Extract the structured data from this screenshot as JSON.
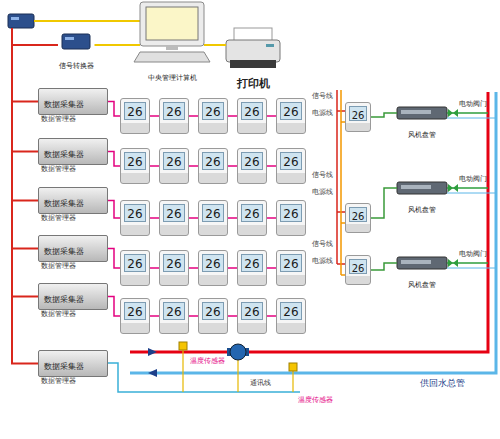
{
  "diagram": {
    "nodes": [
      {
        "text": [
          "信号转换器"
        ]
      },
      {
        "text": [
          "中央管理计算机"
        ]
      },
      {
        "text": [
          "打印机"
        ]
      },
      {
        "text": [
          "数据采集器",
          "数据管理器"
        ]
      },
      {
        "text": [
          "数据采集器",
          "数据管理器"
        ]
      },
      {
        "text": [
          "数据采集器",
          "数据管理器"
        ]
      },
      {
        "text": [
          "数据采集器",
          "数据管理器"
        ]
      },
      {
        "text": [
          "数据采集器",
          "数据管理器"
        ]
      },
      {
        "text": [
          "26"
        ]
      },
      {
        "text": [
          "26"
        ]
      },
      {
        "text": [
          "26"
        ]
      },
      {
        "text": [
          "26"
        ]
      },
      {
        "text": [
          "26"
        ]
      },
      {
        "text": [
          "26"
        ]
      },
      {
        "text": [
          "26"
        ]
      },
      {
        "text": [
          "26"
        ]
      },
      {
        "text": [
          "26"
        ]
      },
      {
        "text": [
          "26"
        ]
      },
      {
        "text": [
          "26"
        ]
      },
      {
        "text": [
          "26"
        ]
      },
      {
        "text": [
          "26"
        ]
      },
      {
        "text": [
          "26"
        ]
      },
      {
        "text": [
          "26"
        ]
      },
      {
        "text": [
          "26"
        ]
      },
      {
        "text": [
          "26"
        ]
      },
      {
        "text": [
          "26"
        ]
      },
      {
        "text": [
          "26"
        ]
      },
      {
        "text": [
          "26"
        ]
      },
      {
        "text": [
          "26"
        ]
      },
      {
        "text": [
          "26"
        ]
      },
      {
        "text": [
          "26"
        ]
      },
      {
        "text": [
          "26"
        ]
      },
      {
        "text": [
          "26"
        ]
      },
      {
        "text": [
          "26"
        ]
      },
      {
        "text": [
          "26"
        ]
      },
      {
        "text": [
          "26"
        ]
      },
      {
        "text": [
          "风机盘管"
        ]
      },
      {
        "text": [
          "风机盘管"
        ]
      },
      {
        "text": [
          "风机盘管"
        ]
      },
      {
        "text": [
          "数据采集器",
          "数据管理器"
        ]
      }
    ],
    "edges": [
      {
        "from": 0,
        "to": 1,
        "arrow": "none"
      },
      {
        "from": 1,
        "to": 2,
        "arrow": "none"
      },
      {
        "from": 0,
        "to": 3,
        "arrow": "none"
      },
      {
        "from": 0,
        "to": 4,
        "arrow": "none"
      },
      {
        "from": 0,
        "to": 5,
        "arrow": "none"
      },
      {
        "from": 0,
        "to": 6,
        "arrow": "none"
      },
      {
        "from": 0,
        "to": 7,
        "arrow": "none"
      },
      {
        "from": 0,
        "to": 39,
        "arrow": "none"
      },
      {
        "from": 3,
        "to": 8,
        "arrow": "none"
      },
      {
        "from": 8,
        "to": 9,
        "arrow": "none"
      },
      {
        "from": 9,
        "to": 10,
        "arrow": "none"
      },
      {
        "from": 10,
        "to": 11,
        "arrow": "none"
      },
      {
        "from": 11,
        "to": 12,
        "arrow": "none"
      },
      {
        "from": 4,
        "to": 13,
        "arrow": "none"
      },
      {
        "from": 13,
        "to": 14,
        "arrow": "none"
      },
      {
        "from": 14,
        "to": 15,
        "arrow": "none"
      },
      {
        "from": 15,
        "to": 16,
        "arrow": "none"
      },
      {
        "from": 16,
        "to": 17,
        "arrow": "none"
      },
      {
        "from": 5,
        "to": 18,
        "arrow": "none"
      },
      {
        "from": 18,
        "to": 19,
        "arrow": "none"
      },
      {
        "from": 19,
        "to": 20,
        "arrow": "none"
      },
      {
        "from": 20,
        "to": 21,
        "arrow": "none"
      },
      {
        "from": 21,
        "to": 22,
        "arrow": "none"
      },
      {
        "from": 6,
        "to": 23,
        "arrow": "none"
      },
      {
        "from": 23,
        "to": 24,
        "arrow": "none"
      },
      {
        "from": 24,
        "to": 25,
        "arrow": "none"
      },
      {
        "from": 25,
        "to": 26,
        "arrow": "none"
      },
      {
        "from": 26,
        "to": 27,
        "arrow": "none"
      },
      {
        "from": 7,
        "to": 28,
        "arrow": "none"
      },
      {
        "from": 28,
        "to": 29,
        "arrow": "none"
      },
      {
        "from": 29,
        "to": 30,
        "arrow": "none"
      },
      {
        "from": 30,
        "to": 31,
        "arrow": "none"
      },
      {
        "from": 31,
        "to": 32,
        "arrow": "none"
      },
      {
        "from": 33,
        "to": 36,
        "arrow": "none"
      },
      {
        "from": 34,
        "to": 37,
        "arrow": "none"
      },
      {
        "from": 35,
        "to": 38,
        "arrow": "none"
      }
    ],
    "labels": [
      "信号线",
      "电源线",
      "电动阀门",
      "信号线",
      "电源线",
      "电动阀门",
      "信号线",
      "电源线",
      "电动阀门",
      "温度传感器",
      "通讯线",
      "温度传感器",
      "供回水总管"
    ]
  }
}
